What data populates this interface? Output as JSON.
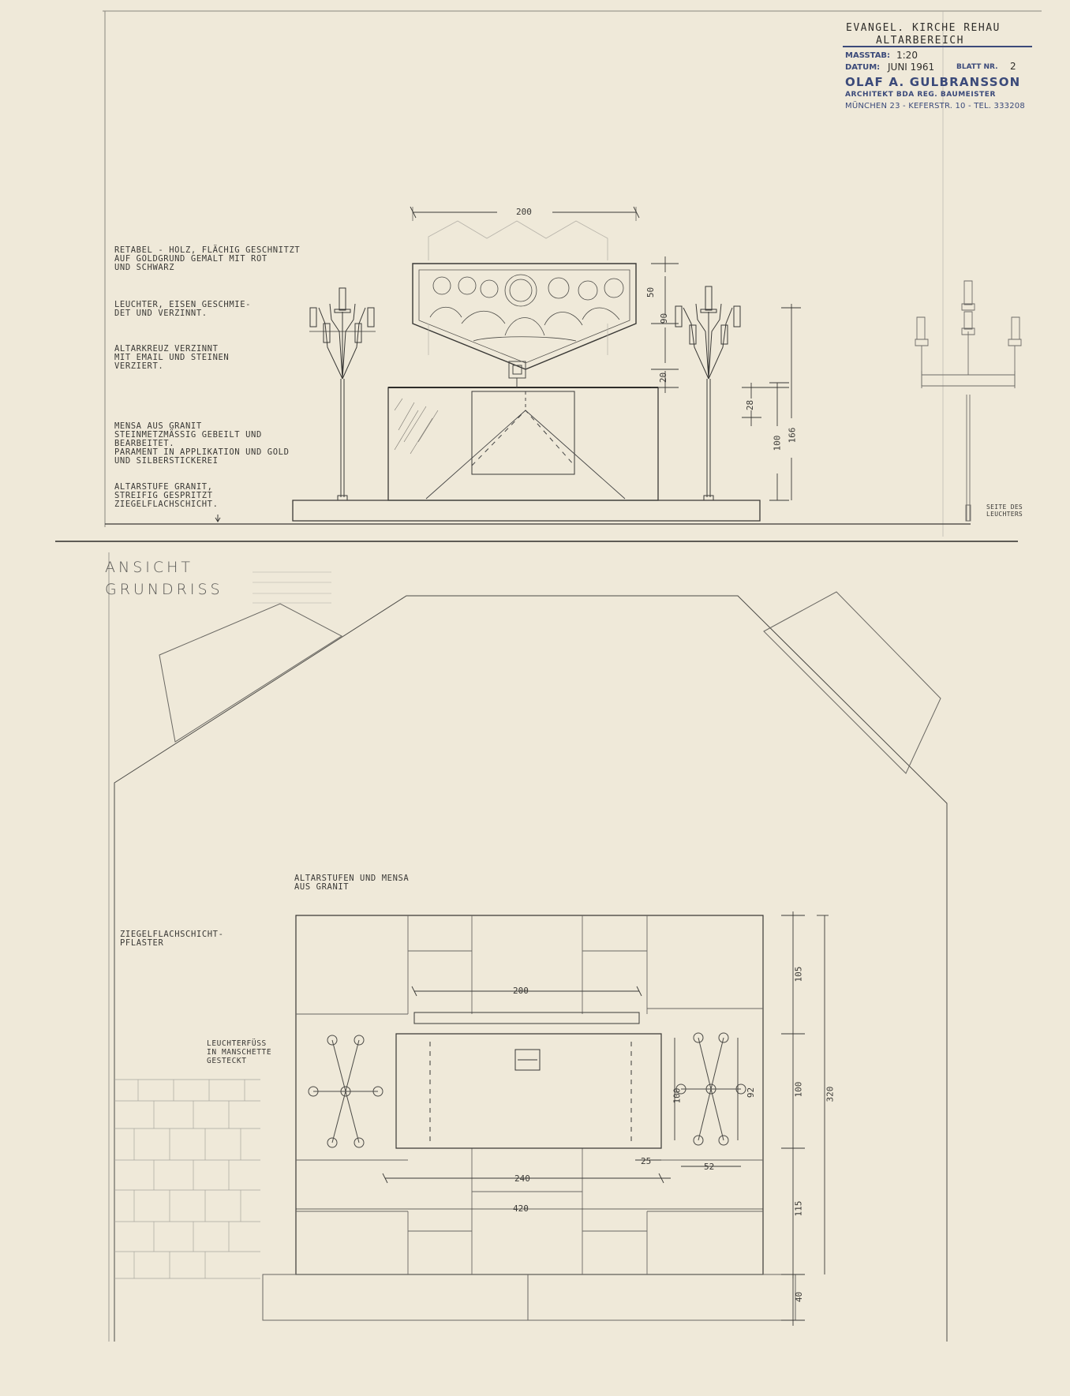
{
  "title_block": {
    "project": "EVANGEL. KIRCHE REHAU",
    "subject": "ALTARBEREICH",
    "scale_label": "MASSTAB:",
    "scale_value": "1:20",
    "date_label": "DATUM:",
    "date_value": "JUNI 1961",
    "sheet_label": "BLATT NR.",
    "sheet_value": "2",
    "architect": "OLAF A. GULBRANSSON",
    "credentials": "ARCHITEKT BDA REG. BAUMEISTER",
    "address": "MÜNCHEN 23 - KEFERSTR. 10 - TEL. 333208",
    "stamp_color": "#3b4a7a"
  },
  "section_labels": {
    "elevation": "ANSICHT",
    "plan": "GRUNDRISS"
  },
  "elevation_notes": [
    "RETABEL - HOLZ, FLÄCHIG GESCHNITZT\nAUF GOLDGRUND GEMALT MIT ROT\nUND SCHWARZ",
    "LEUCHTER, EISEN GESCHMIE-\nDET UND VERZINNT.",
    "ALTARKREUZ VERZINNT\nMIT EMAIL UND STEINEN\nVERZIERT.",
    "MENSA AUS GRANIT\nSTEINMETZMÄSSIG GEBEILT UND\nBEARBEITET.\nPARAMENT IN APPLIKATION UND GOLD\nUND SILBERSTICKEREI",
    "ALTARSTUFE GRANIT,\nSTREIFIG GESPRITZT\nZIEGELFLACHSCHICHT."
  ],
  "elevation_side_note": "SEITE DES\nLEUCHTERS",
  "elevation_dims": {
    "retable_width": "200",
    "retable_height": "50",
    "mid": "90",
    "cross": "20",
    "small": "28",
    "mensa_height": "100",
    "total_height": "166"
  },
  "plan_notes": {
    "steps": "ALTARSTUFEN UND MENSA\nAUS GRANIT",
    "paving": "ZIEGELFLACHSCHICHT-\nPFLASTER",
    "candle_foot": "LEUCHTERFÜSS\nIN MANSCHETTE\nGESTECKT"
  },
  "plan_dims": {
    "retable": "200",
    "mensa": "240",
    "steps": "420",
    "top_depth": "105",
    "mensa_depth": "100",
    "bottom_depth": "115",
    "total_depth": "320",
    "lower_step": "40",
    "candle_gap": "25",
    "candle_span": "52",
    "candle_h1": "100",
    "candle_h2": "92"
  },
  "colors": {
    "paper": "#efe9d9",
    "ink": "#3a3936",
    "pencil": "#6e6c67"
  }
}
